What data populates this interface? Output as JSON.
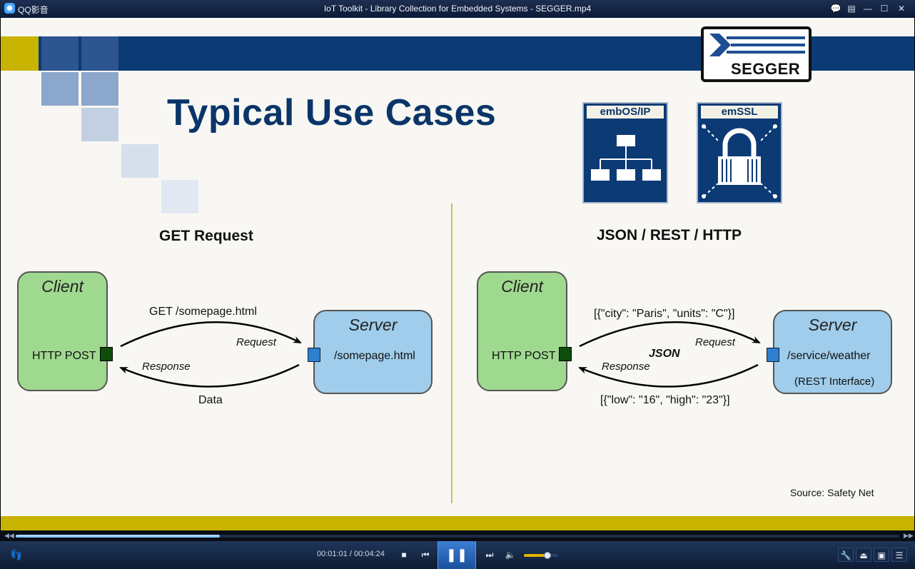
{
  "window": {
    "app_name": "QQ影音",
    "title": "IoT Toolkit - Library Collection for Embedded Systems - SEGGER.mp4",
    "buttons": [
      "chat-icon",
      "menu-icon",
      "minimize-icon",
      "maximize-icon",
      "close-icon"
    ]
  },
  "slide": {
    "title": "Typical Use Cases",
    "logo_text": "SEGGER",
    "products": [
      {
        "label": "embOS/IP",
        "icon": "network-tree-icon"
      },
      {
        "label": "emSSL",
        "icon": "padlock-icon"
      }
    ],
    "left": {
      "heading": "GET Request",
      "client_title": "Client",
      "client_text": "HTTP POST",
      "server_title": "Server",
      "server_text": "/somepage.html",
      "top_label": "GET /somepage.html",
      "request_label": "Request",
      "response_label": "Response",
      "bottom_label": "Data"
    },
    "right": {
      "heading": "JSON / REST / HTTP",
      "client_title": "Client",
      "client_text": "HTTP POST",
      "server_title": "Server",
      "server_text": "/service/weather",
      "server_sub": "(REST Interface)",
      "top_label": "[{\"city\": \"Paris\", \"units\": \"C\"}]",
      "request_label": "Request",
      "middle_label": "JSON",
      "response_label": "Response",
      "bottom_label": "[{\"low\": \"16\", \"high\": \"23\"}]"
    },
    "source": "Source: Safety Net",
    "colors": {
      "navy": "#0b3a75",
      "olive": "#c7b300",
      "client_green": "#9fd98f",
      "server_blue": "#9fcdeb"
    }
  },
  "player": {
    "elapsed": "00:01:01",
    "duration": "00:04:24",
    "time_text": "00:01:01 / 00:04:24",
    "progress_fraction": 0.231,
    "volume_fraction": 0.68,
    "controls": [
      "stop-icon",
      "previous-icon",
      "pause-icon",
      "next-icon",
      "volume-icon"
    ],
    "right_buttons": [
      "settings-icon",
      "eject-icon",
      "skin-icon",
      "playlist-icon"
    ]
  }
}
